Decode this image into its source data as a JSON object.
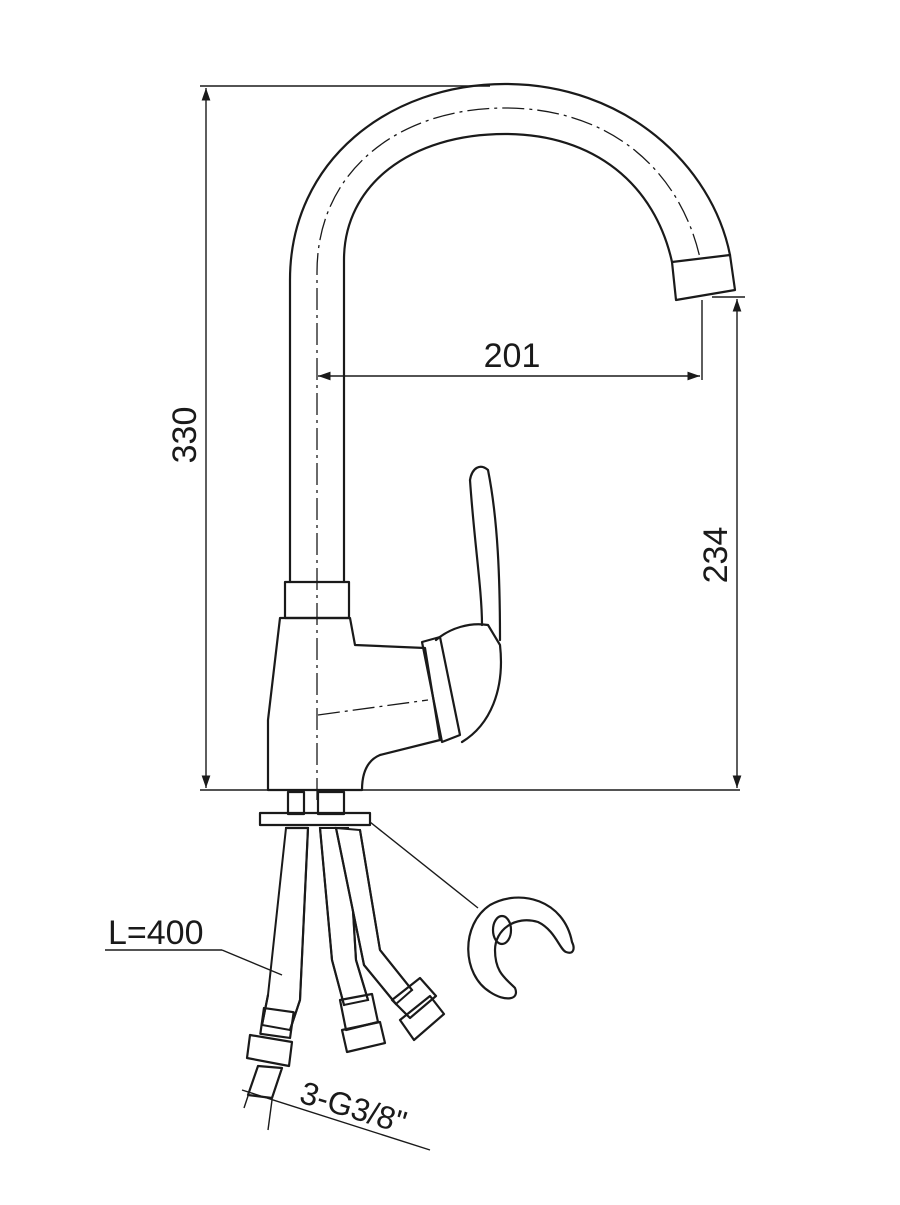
{
  "drawing": {
    "dimensions": {
      "overall_height": "330",
      "spout_reach": "201",
      "spout_height": "234",
      "hose_length": "L=400",
      "connection_thread": "3-G3/8\""
    },
    "line_color": "#1a1a1a",
    "background_color": "#ffffff"
  }
}
